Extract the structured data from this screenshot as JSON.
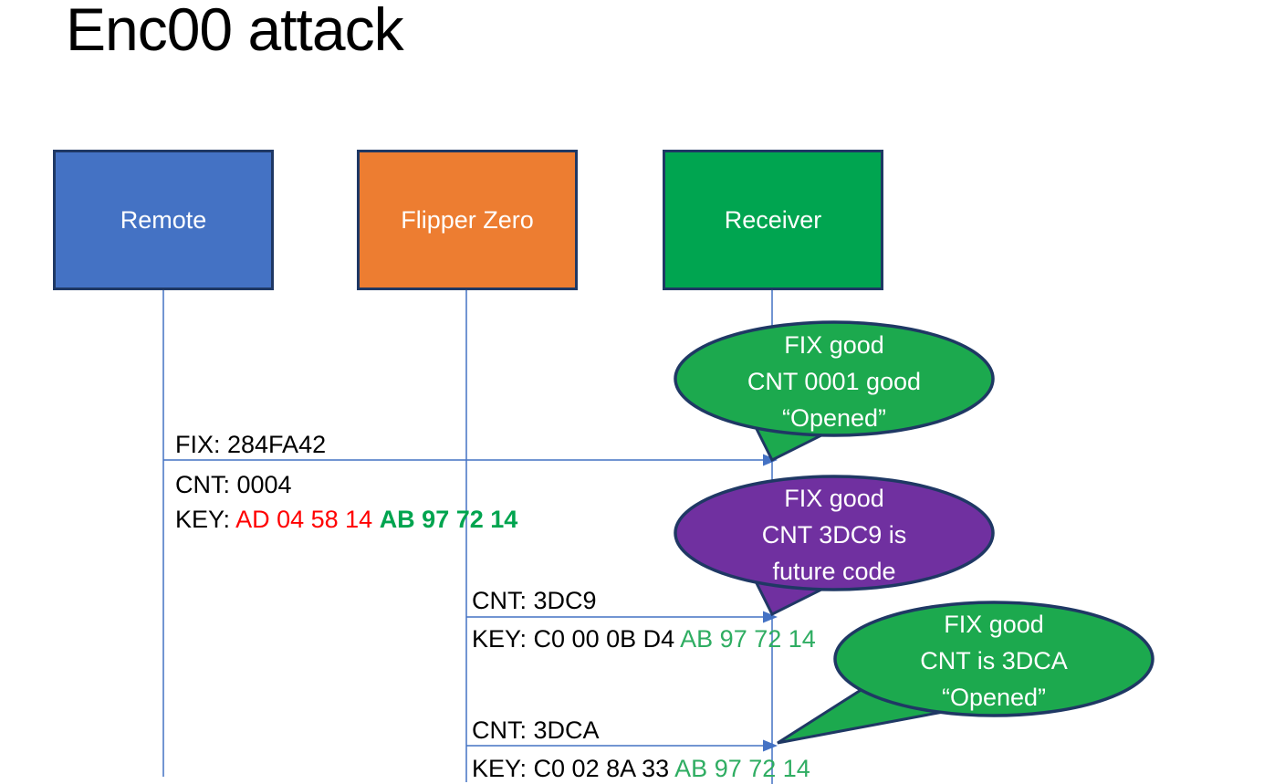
{
  "title": "Enc00 attack",
  "actors": [
    {
      "label": "Remote",
      "fill": "#4472C4"
    },
    {
      "label": "Flipper Zero",
      "fill": "#ED7D31"
    },
    {
      "label": "Receiver",
      "fill": "#00A550"
    }
  ],
  "messages": [
    {
      "from": "Remote",
      "to": "Receiver",
      "line_above": "FIX: 284FA42",
      "line_below": "CNT: 0004",
      "key": {
        "prefix": "KEY: ",
        "red": "AD 04 58 14 ",
        "green_bold": "AB 97 72 14"
      }
    },
    {
      "from": "Flipper Zero",
      "to": "Receiver",
      "line_above": "CNT: 3DC9",
      "key": {
        "black": "KEY: C0 00 0B D4 ",
        "green": "AB 97 72 14"
      }
    },
    {
      "from": "Flipper Zero",
      "to": "Receiver",
      "line_above": "CNT: 3DCA",
      "key": {
        "black": "KEY: C0 02 8A 33 ",
        "green": "AB 97 72 14"
      }
    }
  ],
  "callouts": [
    {
      "fill": "#1CA94E",
      "lines": [
        "FIX good",
        "CNT 0001 good",
        "“Opened”"
      ]
    },
    {
      "fill": "#7030A0",
      "lines": [
        "FIX good",
        "CNT 3DC9 is",
        "future code"
      ]
    },
    {
      "fill": "#1CA94E",
      "lines": [
        "FIX good",
        "CNT is 3DCA",
        "“Opened”"
      ]
    }
  ],
  "colors": {
    "shape_outline": "#1F3864",
    "connector_blue": "#4472C4",
    "key_red": "#FF0000",
    "key_green_bold": "#00A44F",
    "key_green": "#2FAD62",
    "callout_green": "#1CA94E",
    "callout_purple": "#7030A0"
  }
}
